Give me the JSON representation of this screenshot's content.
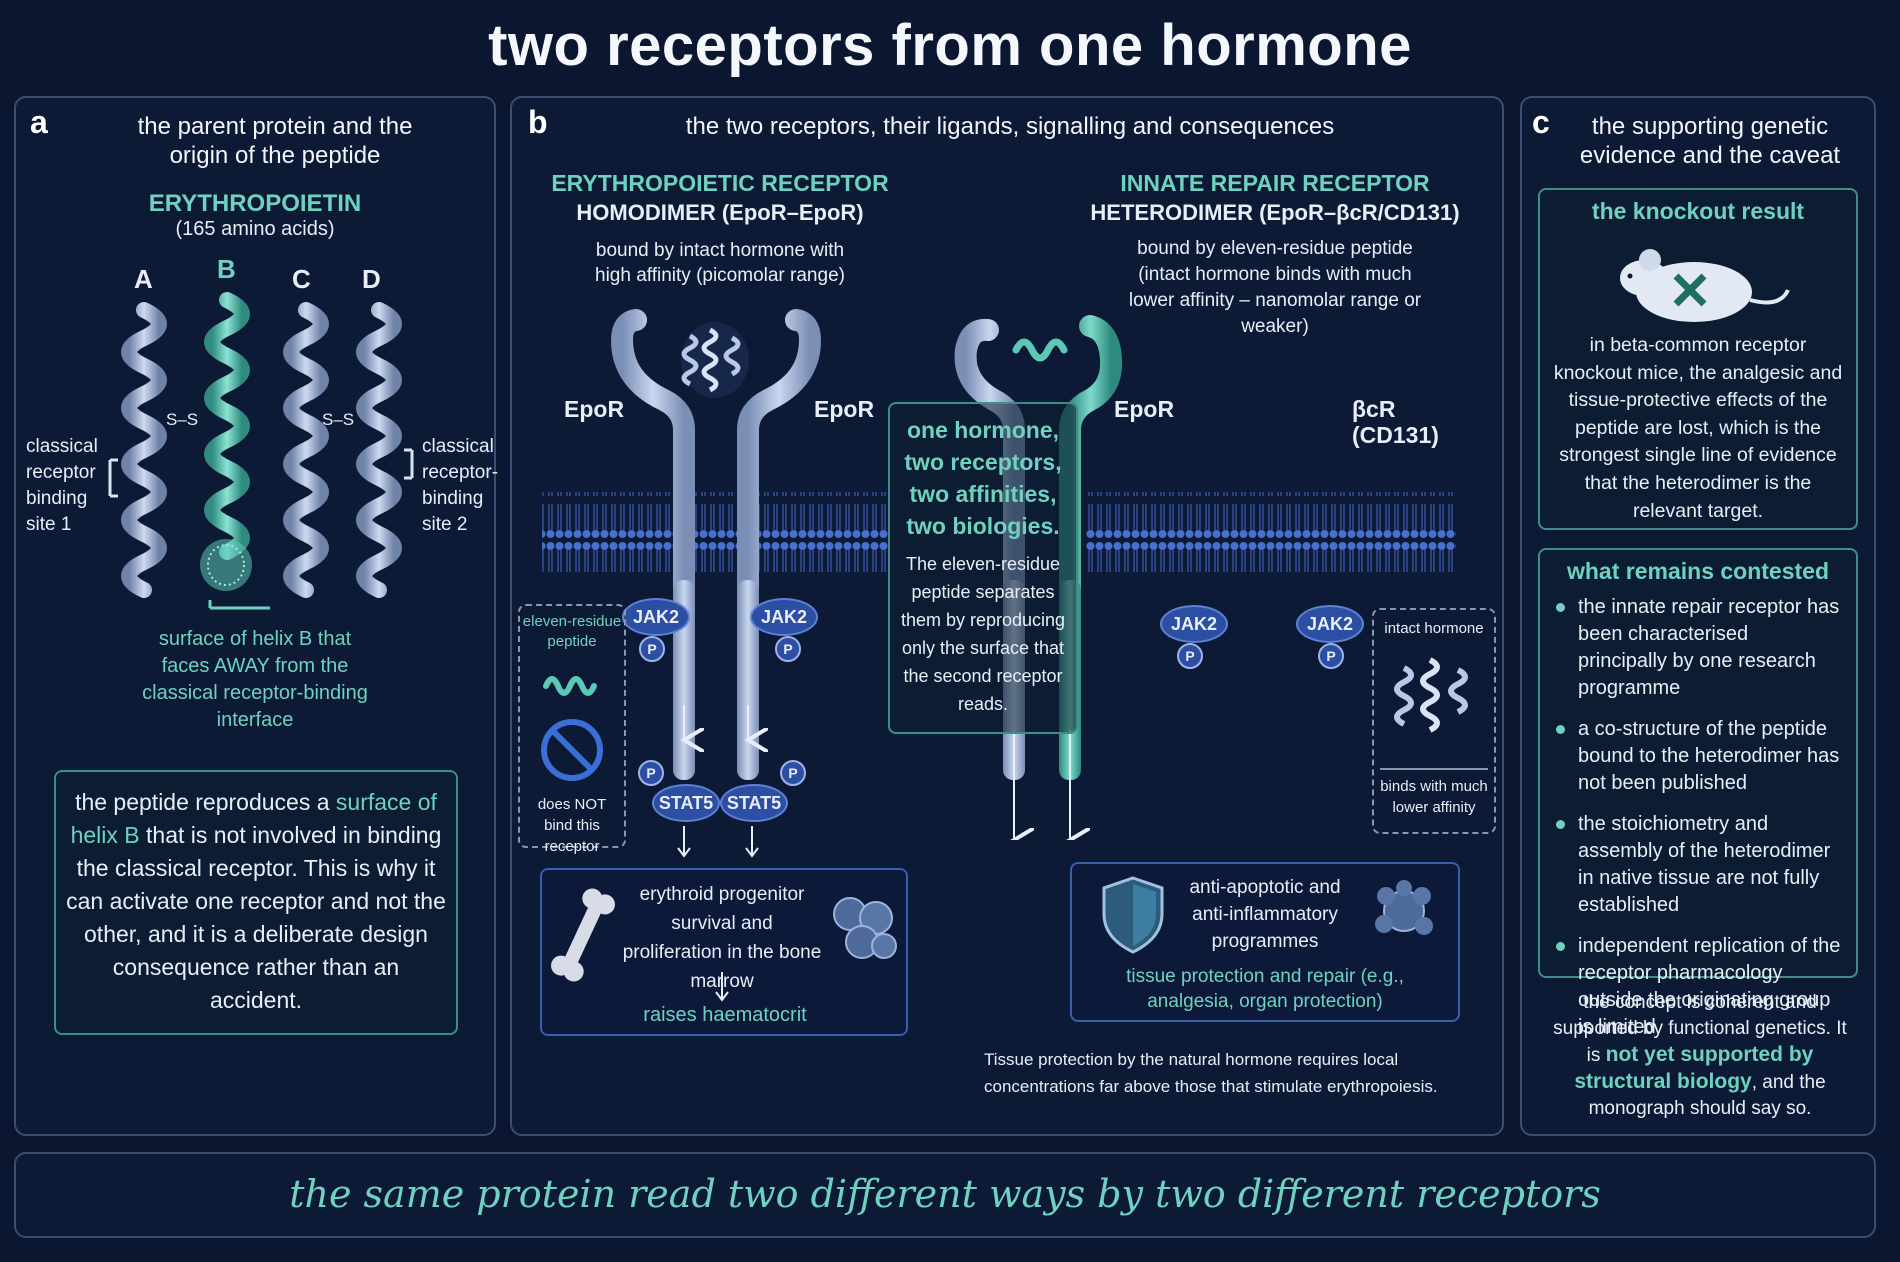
{
  "title": "two receptors from one hormone",
  "panel_a": {
    "label": "a",
    "heading": "the parent protein and the origin of the peptide",
    "protein_name": "ERYTHROPOIETIN",
    "protein_length": "(165 amino acids)",
    "helices": [
      "A",
      "B",
      "C",
      "D"
    ],
    "disulfide": "S–S",
    "site1": "classical receptor binding site 1",
    "site2": "classical receptor-binding site 2",
    "surface_caption": "surface of helix B that faces AWAY from the classical receptor-binding interface",
    "box_pre": "the peptide reproduces a ",
    "box_highlight": "surface of helix B",
    "box_post": " that is not involved in binding the classical receptor. This is why it can activate one receptor and not the other, and it is a deliberate design consequence rather than an accident."
  },
  "panel_b": {
    "label": "b",
    "heading": "the two receptors, their ligands, signalling and consequences",
    "left_title": "ERYTHROPOIETIC RECEPTOR",
    "left_subtitle": "HOMODIMER (EpoR–EpoR)",
    "left_binding": "bound by intact hormone with high affinity (picomolar range)",
    "right_title": "INNATE REPAIR RECEPTOR",
    "right_subtitle": "HETERODIMER (EpoR–βcR/CD131)",
    "right_binding": "bound by eleven-residue peptide (intact hormone binds with much lower affinity – nanomolar range or weaker)",
    "epor": "EpoR",
    "bcr": "βcR",
    "bcr_sub": "(CD131)",
    "jak2": "JAK2",
    "p": "P",
    "stat5": "STAT5",
    "peptide_label": "eleven-residue peptide",
    "not_bind": "does NOT bind this receptor",
    "intact_label": "intact hormone",
    "lower_affinity": "binds with much lower affinity",
    "center_highlight": "one hormone, two receptors, two affinities, two biologies.",
    "center_text": "The eleven-residue peptide separates them by reproducing only the surface that the second receptor reads.",
    "left_outcome": "erythroid progenitor survival and proliferation in the bone marrow",
    "left_result": "raises haematocrit",
    "right_outcome": "anti-apoptotic and anti-inflammatory programmes",
    "right_result": "tissue protection and repair (e.g., analgesia, organ protection)",
    "footnote": "Tissue protection by the natural hormone requires local concentrations far above those that stimulate erythropoiesis."
  },
  "panel_c": {
    "label": "c",
    "heading": "the supporting genetic evidence and the caveat",
    "knockout_title": "the knockout result",
    "knockout_text": "in beta-common receptor knockout mice, the analgesic and tissue-protective effects of the peptide are lost, which is the strongest single line of evidence that the heterodimer is the relevant target.",
    "contested_title": "what remains contested",
    "contested_items": [
      "the innate repair receptor has been characterised principally by one research programme",
      "a co-structure of the peptide bound to the heterodimer has not been published",
      "the stoichiometry and assembly of the heterodimer in native tissue are not fully established",
      "independent replication of the receptor pharmacology outside the originating group is limited"
    ],
    "concl_pre": "the concept is coherent and supported by functional genetics. It is ",
    "concl_highlight": "not yet supported by structural biology",
    "concl_post": ", and the monograph should say so."
  },
  "footer": "the same protein read two different ways by two different receptors",
  "colors": {
    "background": "#0b1730",
    "panel_border": "#3a4d72",
    "teal": "#6fd1c0",
    "receptor_blue": "#9fb4d6",
    "membrane": "#3e5fb8",
    "kinase": "#2d4fa3"
  }
}
